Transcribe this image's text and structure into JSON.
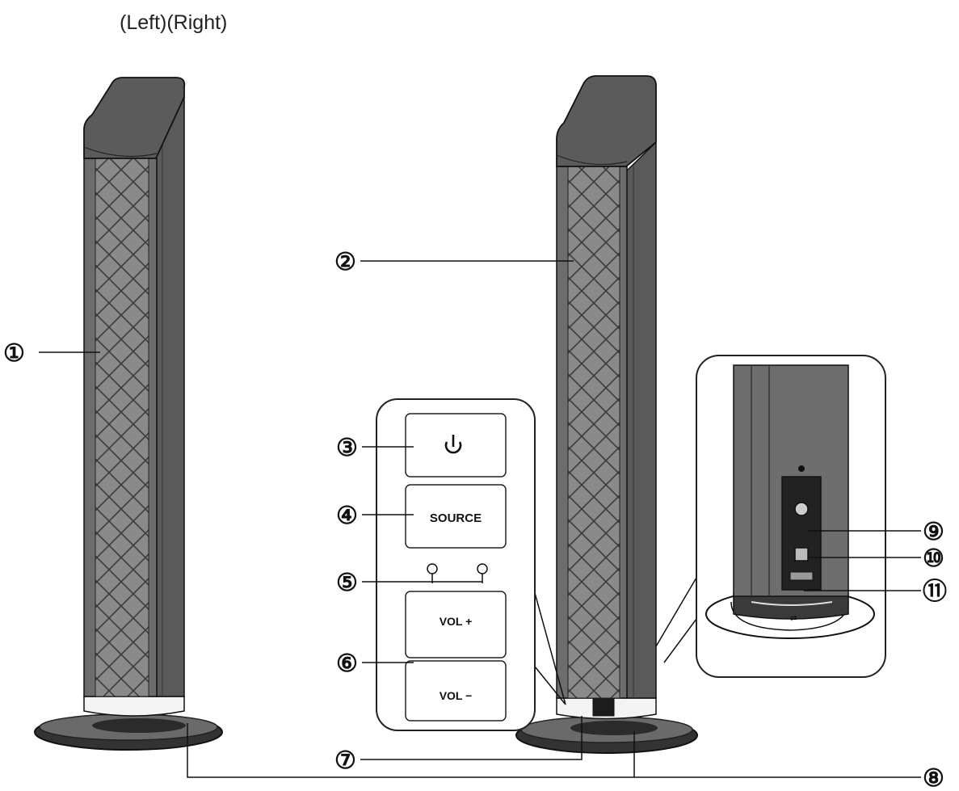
{
  "caption": {
    "left": "(Left)",
    "right": "(Right)"
  },
  "callouts": {
    "c1": "①",
    "c2": "②",
    "c3": "③",
    "c4": "④",
    "c5": "⑤",
    "c6": "⑥",
    "c7": "⑦",
    "c8": "⑧",
    "c9": "⑨",
    "c10": "⑩",
    "c11": "⑪"
  },
  "buttons": {
    "source": "SOURCE",
    "vol_up": "VOL +",
    "vol_down": "VOL −"
  },
  "icons": {
    "power": "power-icon",
    "indicator": "indicator-light-icon",
    "pairing": "pairing-icon"
  },
  "colors": {
    "speaker_body": "#7a7a7a",
    "speaker_dark": "#4a4a4a",
    "speaker_top": "#5e5e5e",
    "outline": "#1a1a1a"
  }
}
